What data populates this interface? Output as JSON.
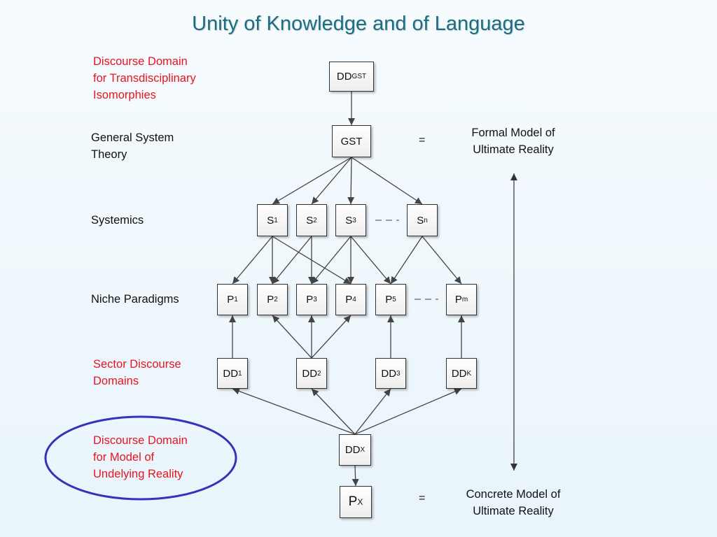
{
  "title": "Unity of Knowledge and of Language",
  "labels": {
    "dd_gst": [
      "Discourse Domain",
      "for Transdisciplinary",
      "Isomorphies"
    ],
    "gst": [
      "General System",
      "Theory"
    ],
    "systemics": [
      "Systemics"
    ],
    "niche": [
      "Niche Paradigms"
    ],
    "sector": [
      "Sector Discourse",
      "Domains"
    ],
    "dd_x": [
      "Discourse Domain",
      "for Model of",
      "Undelying Reality"
    ],
    "formal": [
      "Formal Model of",
      "Ultimate Reality"
    ],
    "concrete": [
      "Concrete Model of",
      "Ultimate Reality"
    ]
  },
  "equals": "=",
  "colors": {
    "title": "#1a6e82",
    "red_label": "#e4151f",
    "ellipse": "#3333bb"
  },
  "nodes": {
    "ddgst": {
      "main": "DD",
      "sub": "GST"
    },
    "gst": {
      "main": "GST",
      "sub": ""
    },
    "s1": {
      "main": "S",
      "sub": "1"
    },
    "s2": {
      "main": "S",
      "sub": "2"
    },
    "s3": {
      "main": "S",
      "sub": "3"
    },
    "sn": {
      "main": "S",
      "sub": "n"
    },
    "p1": {
      "main": "P",
      "sub": "1"
    },
    "p2": {
      "main": "P",
      "sub": "2"
    },
    "p3": {
      "main": "P",
      "sub": "3"
    },
    "p4": {
      "main": "P",
      "sub": "4"
    },
    "p5": {
      "main": "P",
      "sub": "5"
    },
    "pm": {
      "main": "P",
      "sub": "m"
    },
    "dd1": {
      "main": "DD",
      "sub": "1"
    },
    "dd2": {
      "main": "DD",
      "sub": "2"
    },
    "dd3": {
      "main": "DD",
      "sub": "3"
    },
    "ddk": {
      "main": "DD",
      "sub": "K"
    },
    "ddx": {
      "main": "DD",
      "sub": "X"
    },
    "px": {
      "main": "P",
      "sub": "X"
    }
  },
  "edges": [
    [
      "ddgst",
      "gst"
    ],
    [
      "gst",
      "s1"
    ],
    [
      "gst",
      "s2"
    ],
    [
      "gst",
      "s3"
    ],
    [
      "gst",
      "sn"
    ],
    [
      "s1",
      "p1"
    ],
    [
      "s1",
      "p2"
    ],
    [
      "s1",
      "p4"
    ],
    [
      "s2",
      "p2"
    ],
    [
      "s2",
      "p3"
    ],
    [
      "s3",
      "p3"
    ],
    [
      "s3",
      "p4"
    ],
    [
      "s3",
      "p5"
    ],
    [
      "sn",
      "p5"
    ],
    [
      "sn",
      "pm"
    ],
    [
      "dd1",
      "p1"
    ],
    [
      "dd2",
      "p2"
    ],
    [
      "dd2",
      "p3"
    ],
    [
      "dd2",
      "p4"
    ],
    [
      "dd3",
      "p5"
    ],
    [
      "ddk",
      "pm"
    ],
    [
      "ddx",
      "dd1"
    ],
    [
      "ddx",
      "dd2"
    ],
    [
      "ddx",
      "dd3"
    ],
    [
      "ddx",
      "ddk"
    ],
    [
      "ddx",
      "px"
    ]
  ]
}
